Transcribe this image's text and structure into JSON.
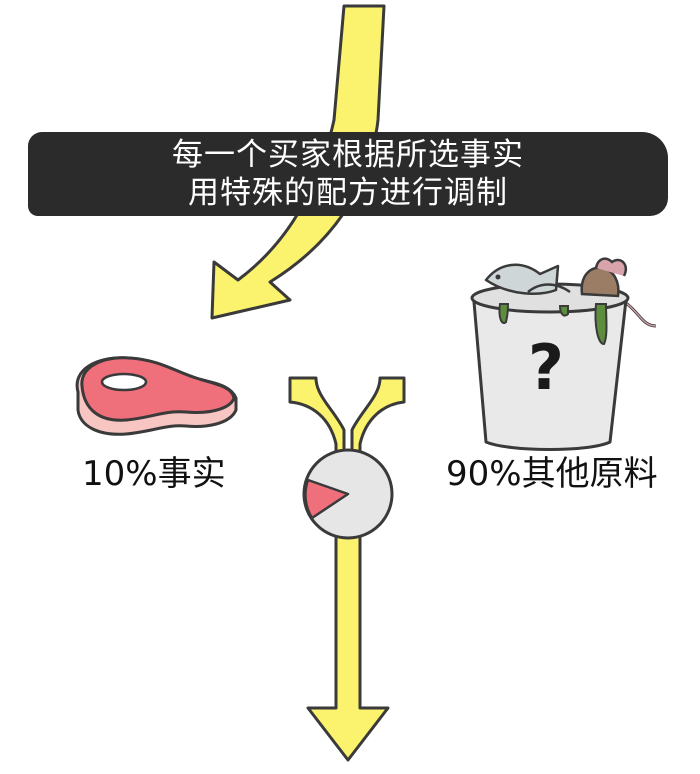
{
  "banner": {
    "line1": "每一个买家根据所选事实",
    "line2": "用特殊的配方进行调制"
  },
  "ingredients": {
    "fact_label": "10%事实",
    "other_label": "90%其他原料",
    "unknown_symbol": "?"
  },
  "colors": {
    "arrow_fill": "#fbf36e",
    "outline": "#3a3a3a",
    "banner": "#2b2b2b",
    "meat": "#ef6f7b",
    "meat_edge": "#f7c6c3",
    "pie_slice": "#ef6f7b",
    "bucket": "#e9e9e9",
    "slime": "#5d8e3d"
  },
  "icons": [
    "yellow-arrow",
    "meat-steak-icon",
    "garbage-bucket-icon",
    "mixer-dial-icon"
  ]
}
